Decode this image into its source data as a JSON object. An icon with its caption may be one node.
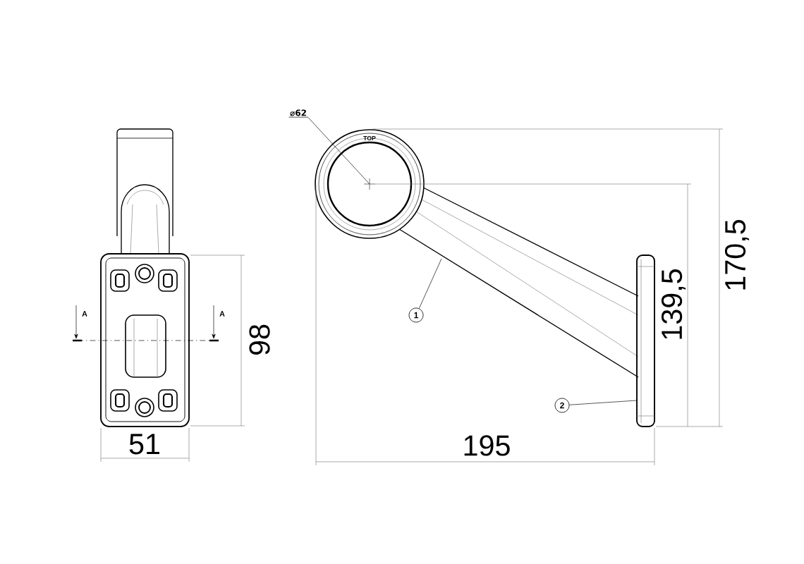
{
  "diagram": {
    "nodes": [
      {
        "text": [
          "⌀62"
        ]
      },
      {
        "text": [
          "1"
        ]
      },
      {
        "text": [
          "2"
        ]
      }
    ],
    "edges": [
      {
        "from": 0,
        "to": null,
        "arrow": "none"
      },
      {
        "from": 1,
        "to": null,
        "arrow": "none"
      },
      {
        "from": 2,
        "to": null,
        "arrow": "none"
      }
    ],
    "labels": [
      "A",
      "A",
      "98",
      "51",
      "TOP",
      "195",
      "139,5",
      "170,5"
    ]
  }
}
